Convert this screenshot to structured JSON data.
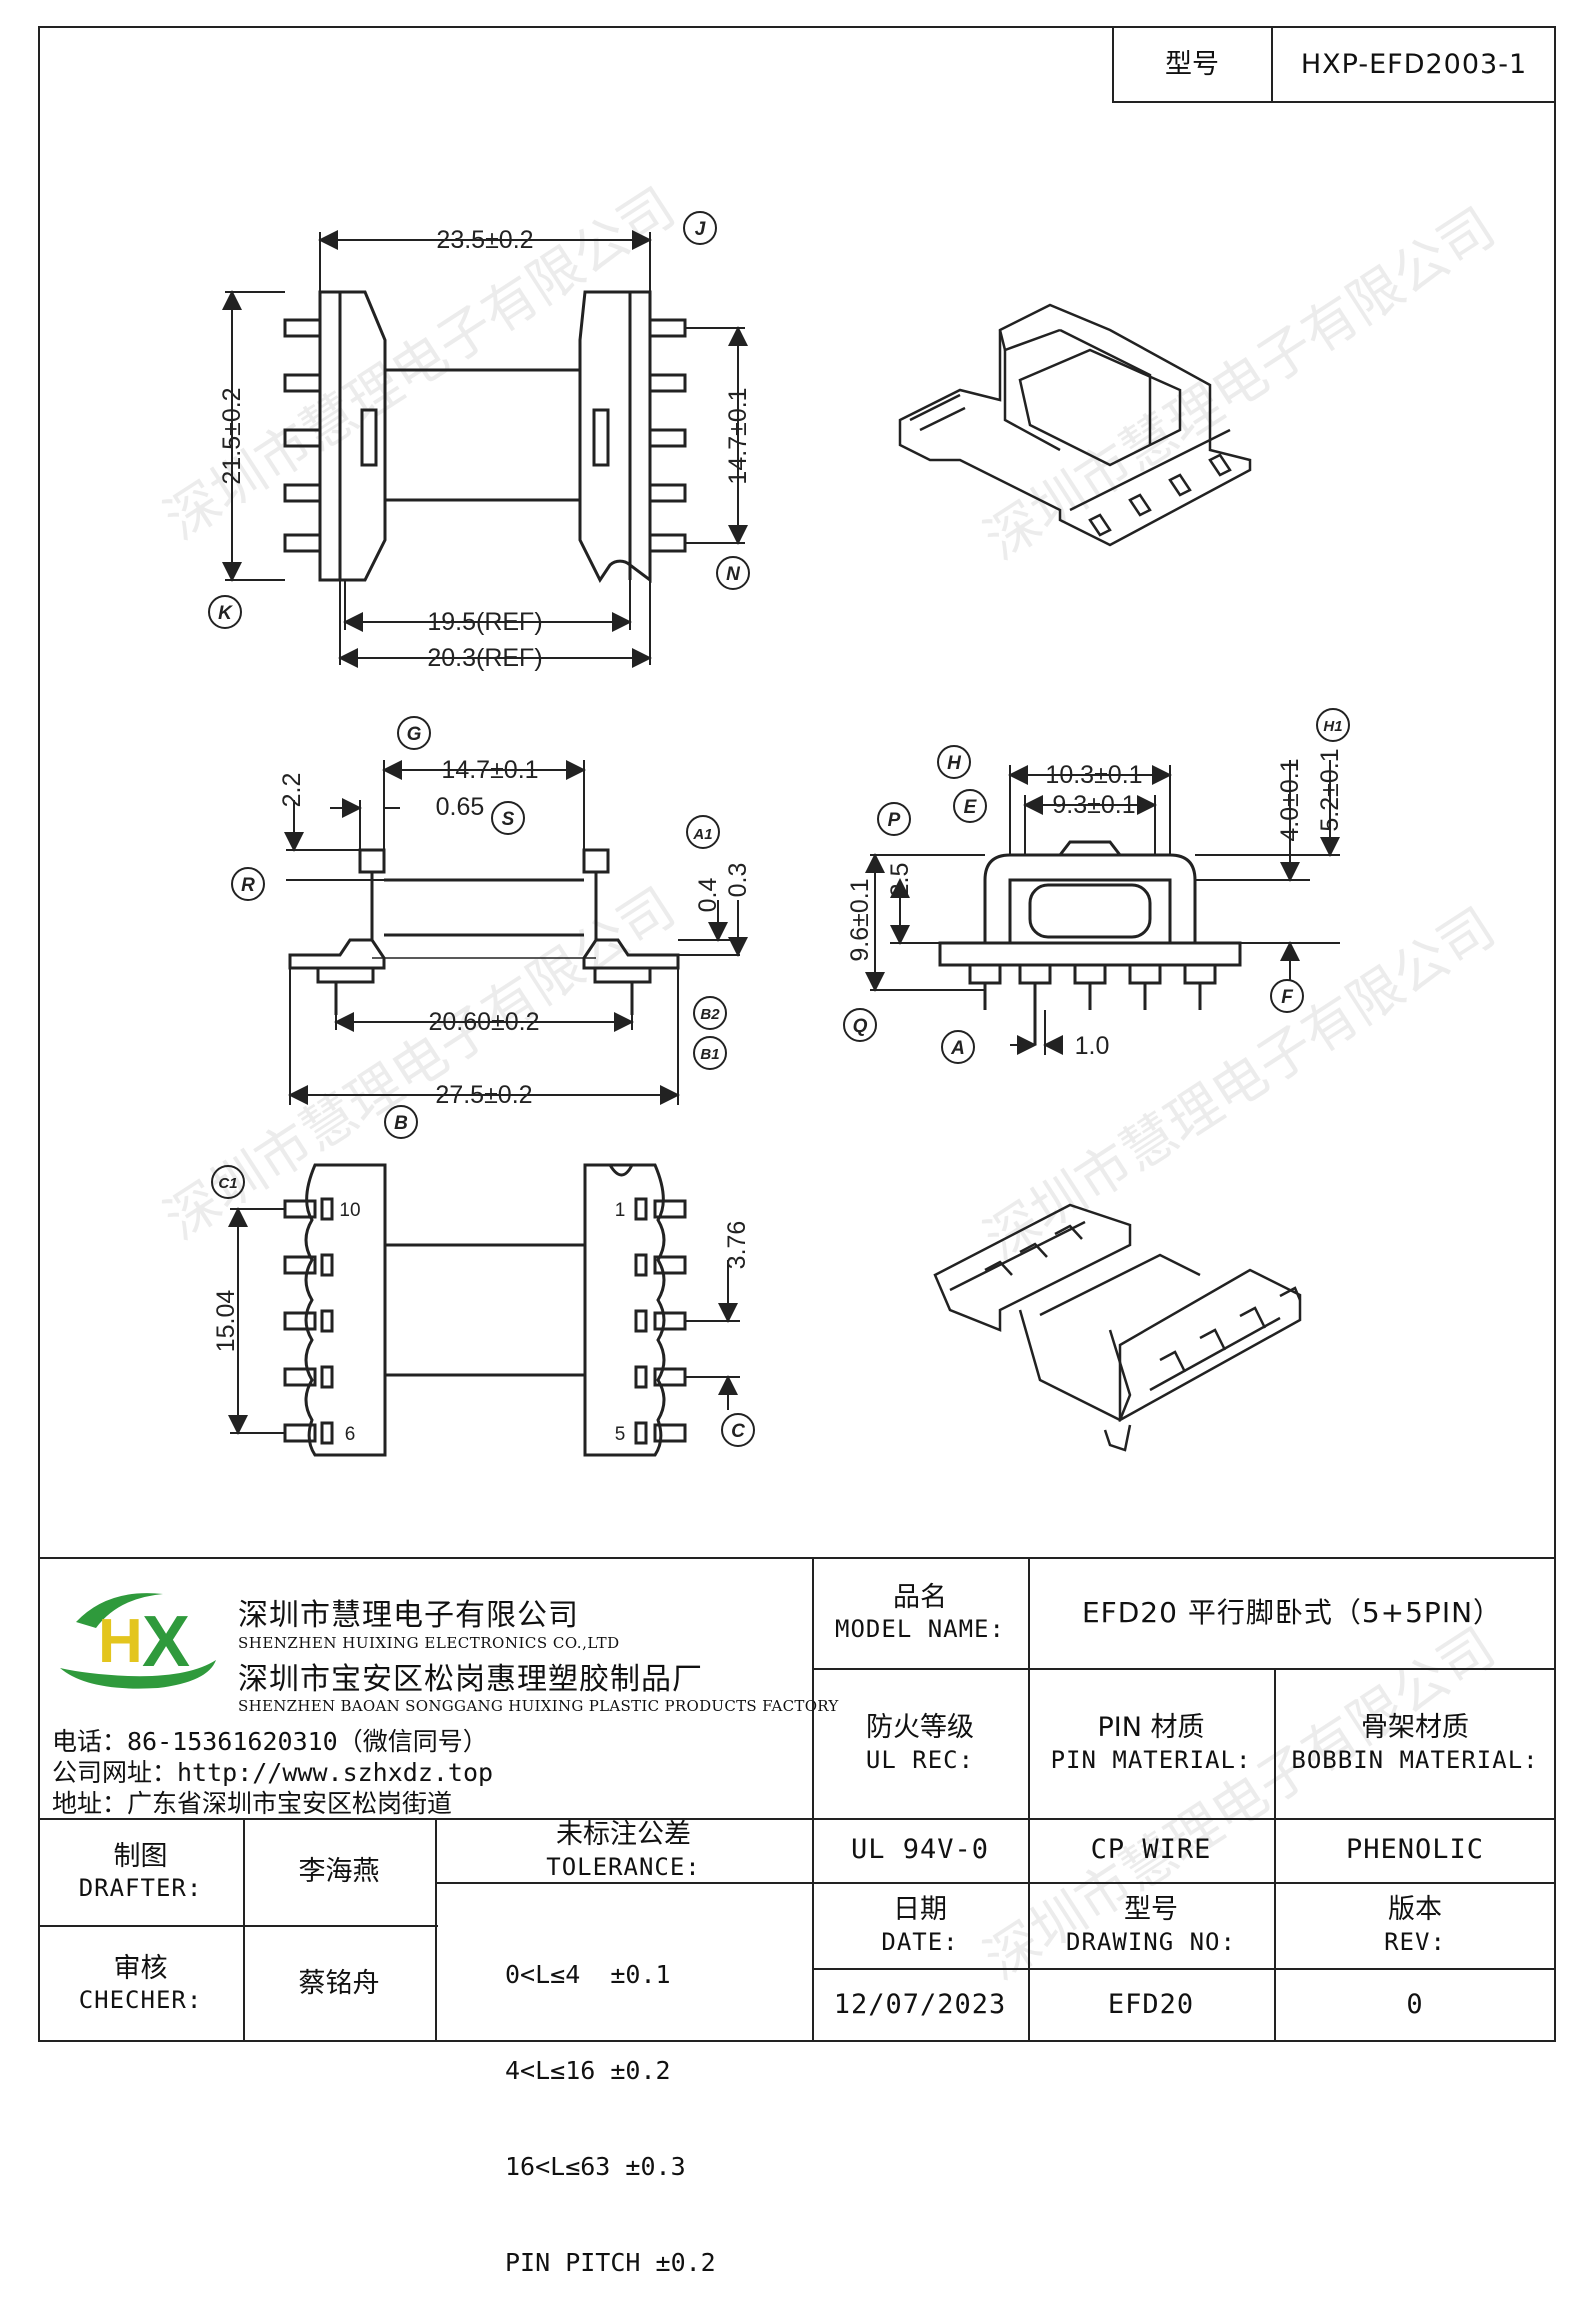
{
  "header": {
    "model_label": "型号",
    "model_value": "HXP-EFD2003-1"
  },
  "watermark": "深圳市慧理电子有限公司",
  "drawing": {
    "dims": {
      "top_width": "23.5±0.2",
      "left_height": "21.5±0.2",
      "pin_span": "14.7±0.1",
      "ref1": "19.5(REF)",
      "ref2": "20.3(REF)",
      "side_width": "14.7±0.1",
      "side_slot": "0.65",
      "side_offset": "2.2",
      "side_gap1": "0.4",
      "side_gap2": "0.3",
      "pin_row": "20.60±0.2",
      "overall": "27.5±0.2",
      "front_outer": "10.3±0.1",
      "front_inner": "9.3±0.1",
      "front_h1": "4.0±0.1",
      "front_h2": "5.2±0.1",
      "front_height": "9.6±0.1",
      "front_p": "2.5",
      "front_a": "1.0",
      "bottom_height": "15.04",
      "bottom_pitch": "3.76"
    },
    "labels": [
      "J",
      "K",
      "N",
      "G",
      "S",
      "R",
      "A1",
      "B2",
      "B1",
      "B",
      "H",
      "E",
      "P",
      "H1",
      "Q",
      "F",
      "A",
      "C1",
      "C"
    ],
    "pins_left": [
      "10",
      "",
      "",
      "",
      "6"
    ],
    "pins_right": [
      "1",
      "",
      "",
      "",
      "5"
    ]
  },
  "company": {
    "name_cn": "深圳市慧理电子有限公司",
    "name_en": "SHENZHEN HUIXING ELECTRONICS CO.,LTD",
    "factory_cn": "深圳市宝安区松岗惠理塑胶制品厂",
    "factory_en": "SHENZHEN BAOAN SONGGANG HUIXING PLASTIC PRODUCTS FACTORY",
    "phone": "电话：86-15361620310（微信同号）",
    "website": "公司网址：http://www.szhxdz.top",
    "address": "地址：广东省深圳市宝安区松岗街道",
    "logo_letters": "HX",
    "logo_colors": {
      "green": "#2f9a3c",
      "yellow": "#e3c51d"
    }
  },
  "titleblock": {
    "product_name_cn": "品名",
    "product_name_en": "MODEL NAME:",
    "product_name_value": "EFD20 平行脚卧式（5+5PIN）",
    "fire_cn": "防火等级",
    "fire_en": "UL REC:",
    "pin_mat_cn": "PIN 材质",
    "pin_mat_en": "PIN MATERIAL:",
    "bobbin_cn": "骨架材质",
    "bobbin_en": "BOBBIN MATERIAL:",
    "fire_value": "UL 94V-0",
    "pin_mat_value": "CP WIRE",
    "bobbin_value": "PHENOLIC",
    "drafter_cn": "制图",
    "drafter_en": "DRAFTER:",
    "drafter_value": "李海燕",
    "checker_cn": "审核",
    "checker_en": "CHECHER:",
    "checker_value": "蔡铭舟",
    "tol_cn": "未标注公差",
    "tol_en": "TOLERANCE:",
    "tol_lines": [
      "0<L≤4  ±0.1",
      "4<L≤16 ±0.2",
      "16<L≤63 ±0.3",
      "PIN PITCH ±0.2"
    ],
    "date_cn": "日期",
    "date_en": "DATE:",
    "drawno_cn": "型号",
    "drawno_en": "DRAWING NO:",
    "rev_cn": "版本",
    "rev_en": "REV:",
    "date_value": "12/07/2023",
    "drawno_value": "EFD20",
    "rev_value": "0"
  }
}
